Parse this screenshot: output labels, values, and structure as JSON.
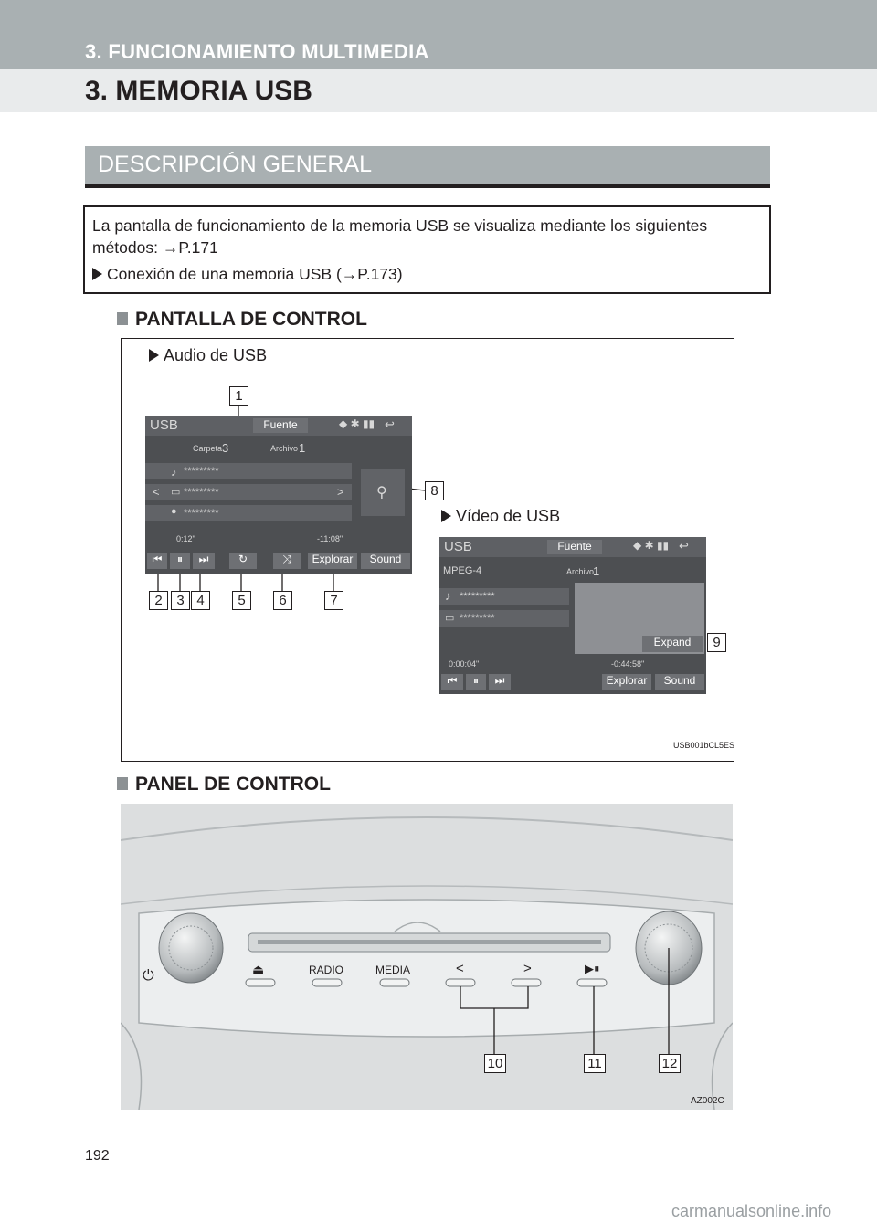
{
  "header": {
    "section": "3. FUNCIONAMIENTO MULTIMEDIA",
    "title": "3. MEMORIA USB"
  },
  "topic": "DESCRIPCIÓN GENERAL",
  "intro": {
    "text": "La pantalla de funcionamiento de la memoria USB se visualiza mediante los siguientes métodos: →P.171",
    "bullet": "Conexión de una memoria USB (→P.173)"
  },
  "section_control_screen": "PANTALLA DE CONTROL",
  "section_control_panel": "PANEL DE CONTROL",
  "figure1": {
    "audio_label": "Audio de USB",
    "video_label": "Vídeo de USB",
    "code": "USB001bCL5ES",
    "audio_screen": {
      "title": "USB",
      "source_button": "Fuente",
      "folder_label": "Carpeta",
      "folder_value": "3",
      "file_label": "Archivo",
      "file_value": "1",
      "row1": "*********",
      "row2": "*********",
      "row3": "*********",
      "time_elapsed": "0:12\"",
      "time_remaining": "-11:08\"",
      "browse_button": "Explorar",
      "sound_button": "Sound"
    },
    "video_screen": {
      "title": "USB",
      "source_button": "Fuente",
      "format": "MPEG-4",
      "file_label": "Archivo",
      "file_value": "1",
      "row1": "*********",
      "row2": "*********",
      "expand_button": "Expand",
      "time_elapsed": "0:00:04\"",
      "time_remaining": "-0:44:58\"",
      "browse_button": "Explorar",
      "sound_button": "Sound"
    },
    "callouts": [
      "1",
      "2",
      "3",
      "4",
      "5",
      "6",
      "7",
      "8",
      "9"
    ]
  },
  "figure2": {
    "button_radio": "RADIO",
    "button_media": "MEDIA",
    "code": "AZ002C",
    "callouts": [
      "10",
      "11",
      "12"
    ]
  },
  "page_number": "192",
  "watermark": "carmanualsonline.info"
}
